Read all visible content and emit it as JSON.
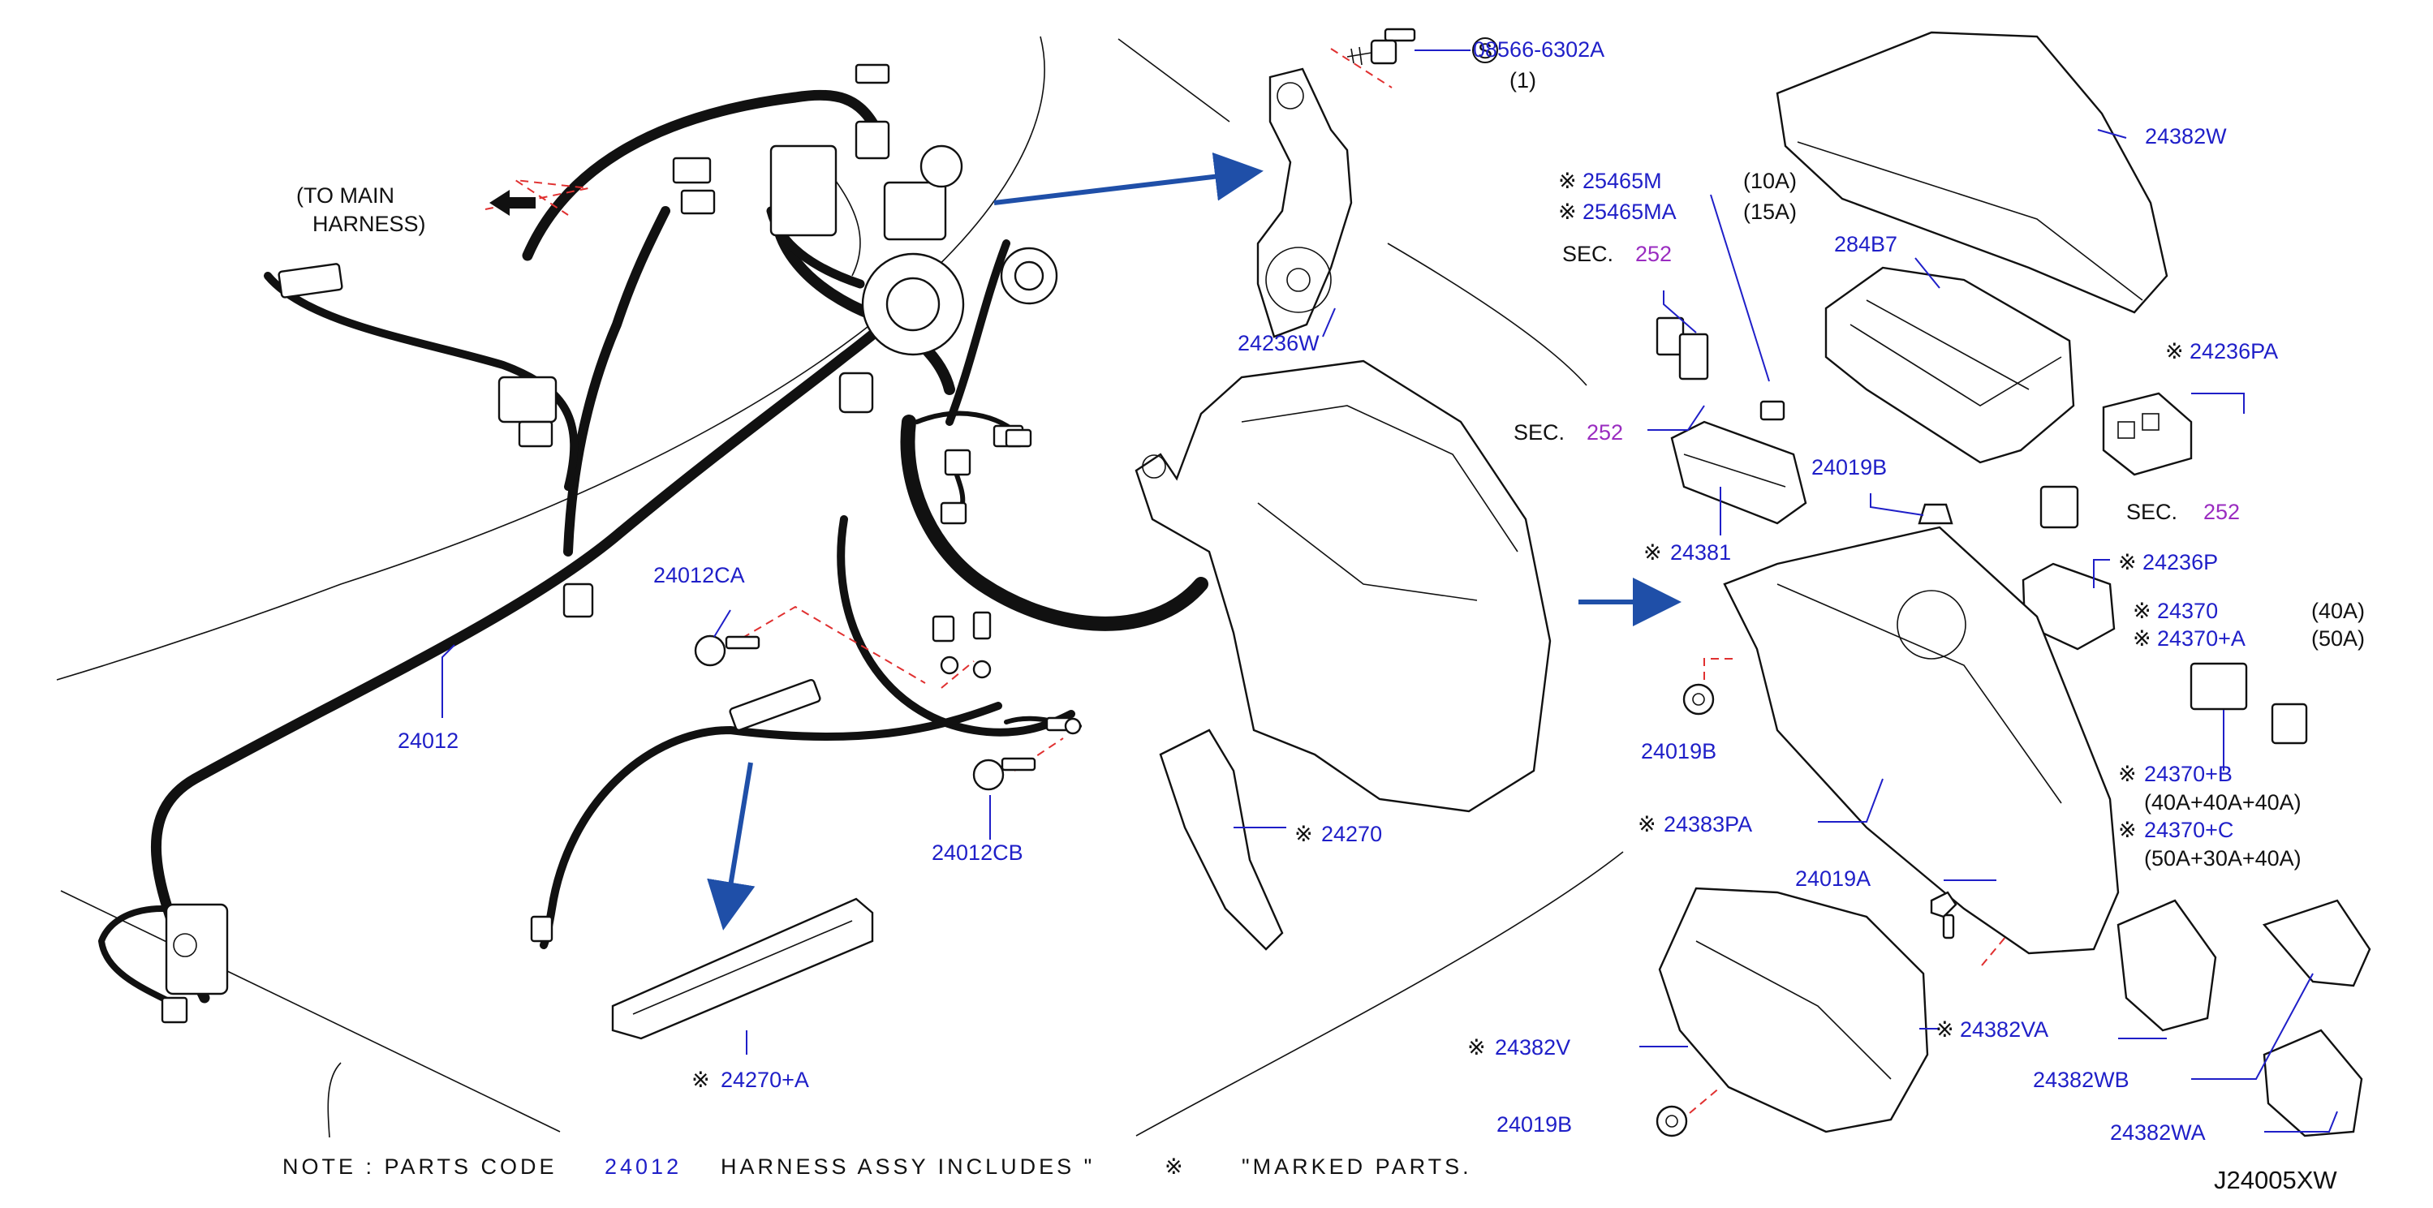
{
  "diagram_code": "J24005XW",
  "note": {
    "prefix": "NOTE : PARTS CODE",
    "part_code": "24012",
    "middle": "HARNESS ASSY INCLUDES \"",
    "mark": "※",
    "suffix": "\"MARKED PARTS."
  },
  "to_main_harness": [
    "(TO MAIN",
    "HARNESS)"
  ],
  "mark_symbol": "※",
  "s_symbol": "S",
  "sec_label": "SEC.",
  "sec_number": "252",
  "colors": {
    "part_number": "#1f1fc8",
    "section_ref": "#9a2cc0",
    "leader_line": "#1f1fc8",
    "dashed_line": "#e03030",
    "arrow": "#1f4fa8",
    "ink": "#111111"
  },
  "labels": {
    "p08566": "08566-6302A",
    "p08566_qty": "(1)",
    "p24236W": "24236W",
    "p25465M": "25465M",
    "p25465M_rating": "(10A)",
    "p25465MA": "25465MA",
    "p25465MA_rating": "(15A)",
    "p24382W": "24382W",
    "p284B7": "284B7",
    "p24236PA": "24236PA",
    "p24381": "24381",
    "p24019B_top": "24019B",
    "p24236P": "24236P",
    "p24370": "24370",
    "p24370_rating": "(40A)",
    "p24370A": "24370+A",
    "p24370A_rating": "(50A)",
    "p24370B": "24370+B",
    "p24370B_rating": "(40A+40A+40A)",
    "p24370C": "24370+C",
    "p24370C_rating": "(50A+30A+40A)",
    "p24383PA": "24383PA",
    "p24019B_mid": "24019B",
    "p24019A": "24019A",
    "p24382VA": "24382VA",
    "p24382V": "24382V",
    "p24382WB": "24382WB",
    "p24382WA": "24382WA",
    "p24019B_bottom": "24019B",
    "p24012CA": "24012CA",
    "p24012": "24012",
    "p24012CB": "24012CB",
    "p24270": "24270",
    "p24270A": "24270+A"
  }
}
